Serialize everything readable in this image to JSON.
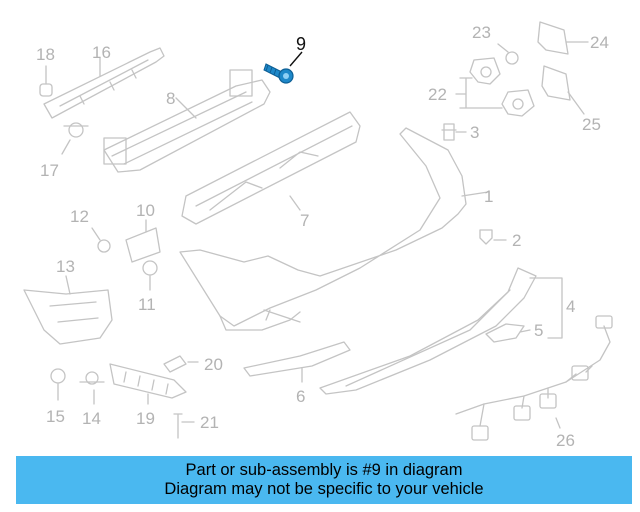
{
  "diagram": {
    "highlight_color": "#1e88c9",
    "callouts": {
      "c1": "1",
      "c2": "2",
      "c3": "3",
      "c4": "4",
      "c5": "5",
      "c6": "6",
      "c7": "7",
      "c8": "8",
      "c9": "9",
      "c10": "10",
      "c11": "11",
      "c12": "12",
      "c13": "13",
      "c14": "14",
      "c15": "15",
      "c16": "16",
      "c17": "17",
      "c18": "18",
      "c19": "19",
      "c20": "20",
      "c21": "21",
      "c22": "22",
      "c23": "23",
      "c24": "24",
      "c25": "25",
      "c26": "26"
    }
  },
  "banner": {
    "line1": "Part or sub-assembly is #9 in diagram",
    "line2": "Diagram may not be specific to your vehicle",
    "color": "#4ab8f0"
  }
}
